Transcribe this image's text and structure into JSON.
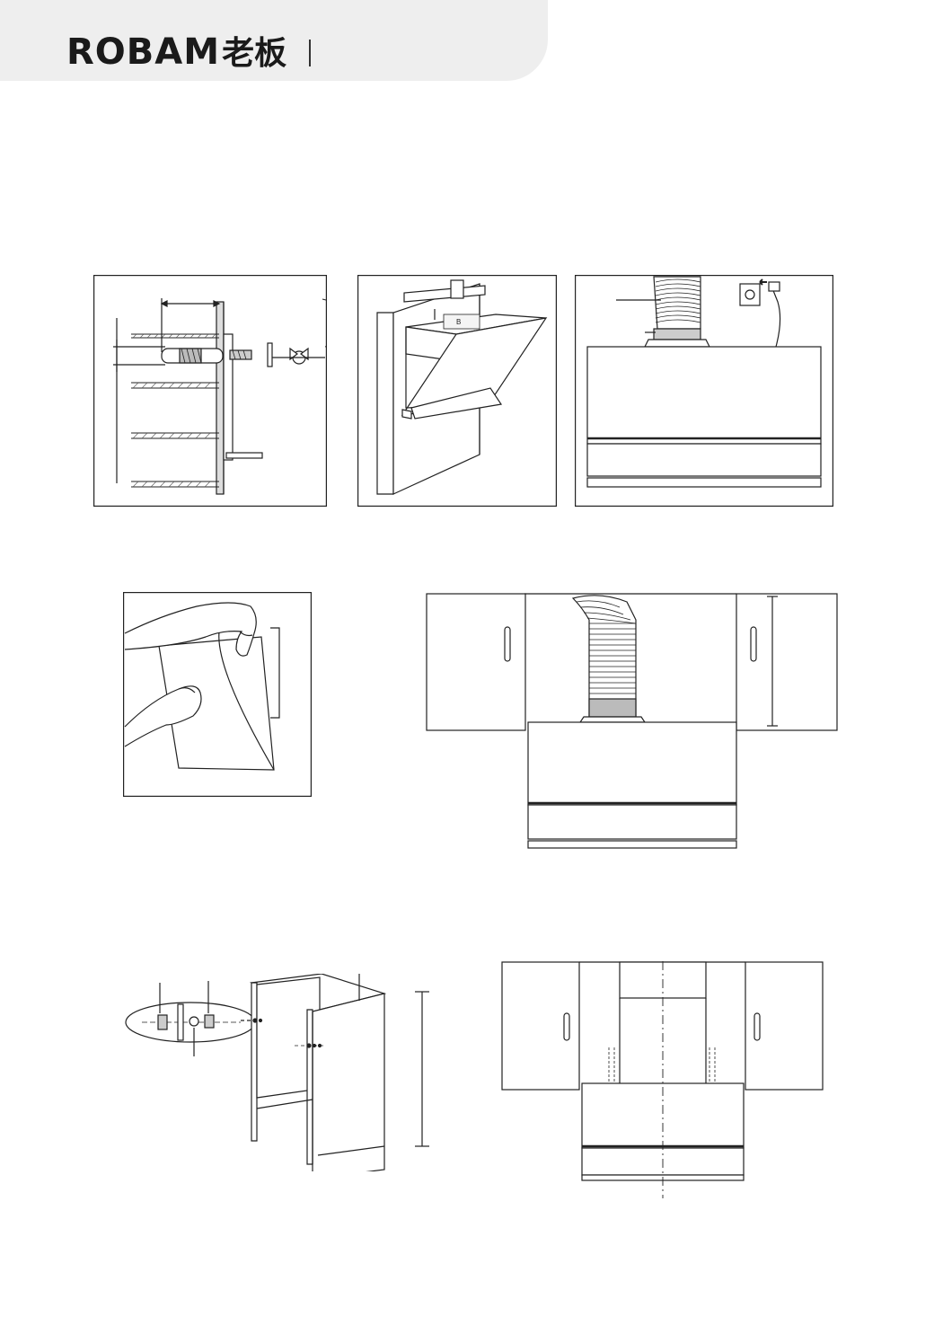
{
  "header": {
    "brand_latin": "ROBAM",
    "brand_chinese": "老板",
    "background_color": "#eeeeee",
    "text_color": "#1a1a1a"
  },
  "figures": [
    {
      "id": "wall-anchor-detail",
      "icon": "wall-anchor-cross-section-drawing"
    },
    {
      "id": "hood-on-wall-bracket",
      "icon": "range-hood-hanging-drawing"
    },
    {
      "id": "duct-and-power-connection",
      "icon": "duct-plug-socket-drawing"
    },
    {
      "id": "peel-protective-film",
      "icon": "hands-peeling-film-drawing"
    },
    {
      "id": "hood-between-cabinets",
      "icon": "hood-duct-cabinets-drawing"
    },
    {
      "id": "decorative-cover-assembly",
      "icon": "cover-screw-assembly-drawing"
    },
    {
      "id": "hood-with-cover-centered",
      "icon": "hood-cover-centerline-drawing"
    }
  ]
}
